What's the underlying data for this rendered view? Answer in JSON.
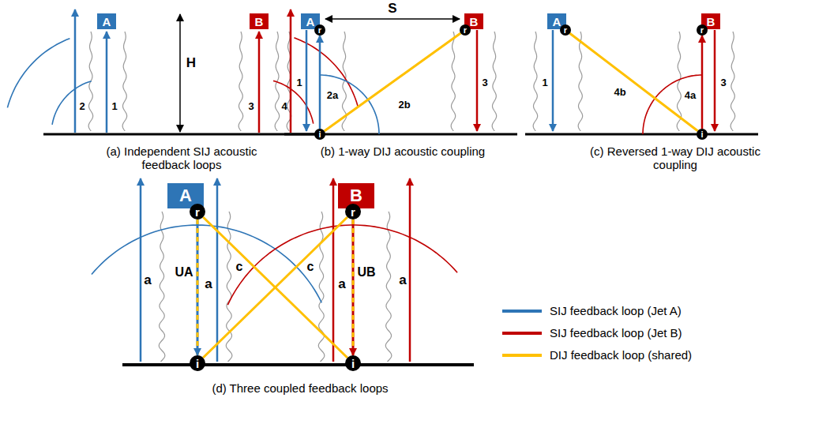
{
  "diagram": {
    "nodes": [
      {
        "text": [
          "A"
        ]
      },
      {
        "text": [
          "B"
        ]
      },
      {
        "text": [
          "A"
        ]
      },
      {
        "text": [
          "r"
        ]
      },
      {
        "text": [
          "B"
        ]
      },
      {
        "text": [
          "r"
        ]
      },
      {
        "text": [
          "i"
        ]
      },
      {
        "text": [
          "A"
        ]
      },
      {
        "text": [
          "r"
        ]
      },
      {
        "text": [
          "B"
        ]
      },
      {
        "text": [
          "r"
        ]
      },
      {
        "text": [
          "i"
        ]
      },
      {
        "text": [
          "A"
        ]
      },
      {
        "text": [
          "r"
        ]
      },
      {
        "text": [
          "B"
        ]
      },
      {
        "text": [
          "r"
        ]
      },
      {
        "text": [
          "i"
        ]
      },
      {
        "text": [
          "i"
        ]
      }
    ],
    "edges": [
      {
        "from": 6,
        "to": 3,
        "arrow": "to",
        "label": "2a"
      },
      {
        "from": 6,
        "to": 5,
        "arrow": "none",
        "label": "2b"
      },
      {
        "from": 11,
        "to": 10,
        "arrow": "to",
        "label": "4a"
      },
      {
        "from": 11,
        "to": 8,
        "arrow": "none",
        "label": "4b"
      },
      {
        "from": 13,
        "to": 16,
        "arrow": "to",
        "label": "UA"
      },
      {
        "from": 15,
        "to": 17,
        "arrow": "to",
        "label": "UB"
      },
      {
        "from": 16,
        "to": 15,
        "arrow": "none",
        "label": "c"
      },
      {
        "from": 17,
        "to": 13,
        "arrow": "none",
        "label": "c"
      }
    ],
    "labels": [
      "2",
      "1",
      "H",
      "3",
      "4",
      "(a) Independent SIJ acoustic feedback loops",
      "S",
      "1",
      "3",
      "(b) 1-way DIJ acoustic coupling",
      "1",
      "3",
      "(c) Reversed 1-way DIJ acoustic coupling",
      "a",
      "a",
      "a",
      "a",
      "(d) Three coupled feedback loops"
    ],
    "legend": [
      {
        "text": "SIJ feedback loop (Jet A)",
        "color": "#2E75B6"
      },
      {
        "text": "SIJ feedback loop (Jet B)",
        "color": "#C00000"
      },
      {
        "text": "DIJ feedback loop (shared)",
        "color": "#FFC000"
      }
    ]
  }
}
